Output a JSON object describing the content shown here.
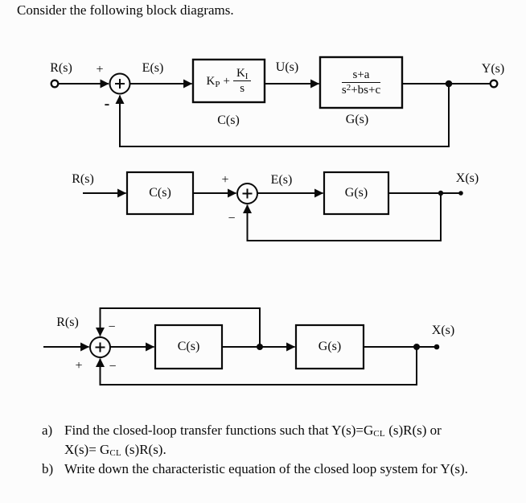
{
  "page": {
    "title": "Consider the following block diagrams."
  },
  "diagram1": {
    "input_label": "R(s)",
    "sum_plus": "+",
    "sum_minus": "-",
    "error_label": "E(s)",
    "controller": {
      "kp_base": "K",
      "kp_sub": "P",
      "operator": "+",
      "ki_base": "K",
      "ki_sub": "I",
      "den": "s",
      "caption": "C(s)"
    },
    "control_signal_label": "U(s)",
    "plant": {
      "num": "s+a",
      "den_base": "s",
      "den_sup": "2",
      "den_rest": "+bs+c",
      "caption": "G(s)"
    },
    "output_label": "Y(s)"
  },
  "diagram2": {
    "input_label": "R(s)",
    "controller_label": "C(s)",
    "sum_plus": "+",
    "sum_minus": "−",
    "error_label": "E(s)",
    "plant_label": "G(s)",
    "output_label": "X(s)"
  },
  "diagram3": {
    "input_label": "R(s)",
    "sum_plus": "+",
    "sum_minus_top": "−",
    "sum_minus_bottom": "−",
    "controller_label": "C(s)",
    "plant_label": "G(s)",
    "output_label": "X(s)"
  },
  "questions": {
    "a_marker": "a)",
    "a_line1_pre": "Find the closed-loop transfer functions such that Y(s)=G",
    "a_line1_sub": "CL",
    "a_line1_post": " (s)R(s) or",
    "a_line2_pre": "X(s)= G",
    "a_line2_sub": "CL",
    "a_line2_post": " (s)R(s).",
    "b_marker": "b)",
    "b_text": "Write down the characteristic equation of the closed loop system for Y(s)."
  },
  "colors": {
    "ink": "#0a0a0a",
    "background": "#fcfcfc"
  }
}
